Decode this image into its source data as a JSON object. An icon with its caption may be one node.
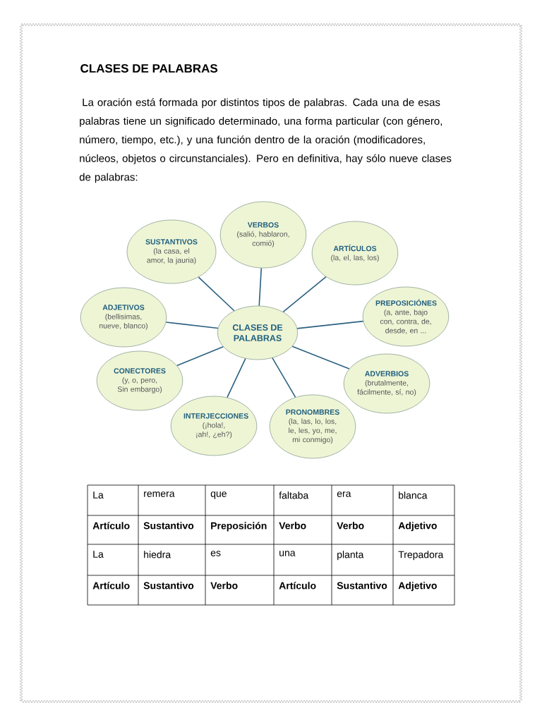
{
  "diagram": {
    "title": "CLASES DE PALABRAS",
    "nodes": [
      {
        "text": [
          "CLASES DE PALABRAS"
        ]
      },
      {
        "text": [
          "SUSTANTIVOS",
          "(la casa, el amor, la jauria)"
        ]
      },
      {
        "text": [
          "VERBOS",
          "(salió, hablaron, comió)"
        ]
      },
      {
        "text": [
          "ARTÍCULOS",
          "(la, el, las, los)"
        ]
      },
      {
        "text": [
          "PREPOSICIÓNES",
          "(a, ante, bajo con, contra, de, desde, en ..."
        ]
      },
      {
        "text": [
          "ADVERBIOS",
          "(brutalmente, fácilmente, sí, no)"
        ]
      },
      {
        "text": [
          "PRONOMBRES",
          "(la, las, lo, los, le, les, yo, me, mi conmigo)"
        ]
      },
      {
        "text": [
          "INTERJECCIONES",
          "(¡hola!, ¡ah!, ¿eh?)"
        ]
      },
      {
        "text": [
          "CONECTORES",
          "(y, o, pero, Sin embargo)"
        ]
      },
      {
        "text": [
          "ADJETIVOS",
          "(bellisimas, nueve, blanco)"
        ]
      }
    ],
    "edges": [
      {
        "from": 0,
        "to": 1,
        "arrow": "none"
      },
      {
        "from": 0,
        "to": 2,
        "arrow": "none"
      },
      {
        "from": 0,
        "to": 3,
        "arrow": "none"
      },
      {
        "from": 0,
        "to": 4,
        "arrow": "none"
      },
      {
        "from": 0,
        "to": 5,
        "arrow": "none"
      },
      {
        "from": 0,
        "to": 6,
        "arrow": "none"
      },
      {
        "from": 0,
        "to": 7,
        "arrow": "none"
      },
      {
        "from": 0,
        "to": 8,
        "arrow": "none"
      },
      {
        "from": 0,
        "to": 9,
        "arrow": "none"
      }
    ],
    "labels": [
      "La oración está formada por distintos tipos de palabras. Cada una de esas palabras tiene un significado determinado, una forma particular (con género, número, tiempo, etc.), y una función dentro de la oración (modificadores, núcleos, objetos o circunstanciales). Pero en definitiva, hay sólo nueve clases de palabras:",
      "La",
      "remera",
      "que",
      "faltaba",
      "era",
      "blanca",
      "Artículo",
      "Sustantivo",
      "Preposición",
      "Verbo",
      "Verbo",
      "Adjetivo",
      "La",
      "hiedra",
      "es",
      "una",
      "planta",
      "Trepadora",
      "Artículo",
      "Sustantivo",
      "Verbo",
      "Artículo",
      "Sustantivo",
      "Adjetivo"
    ]
  }
}
